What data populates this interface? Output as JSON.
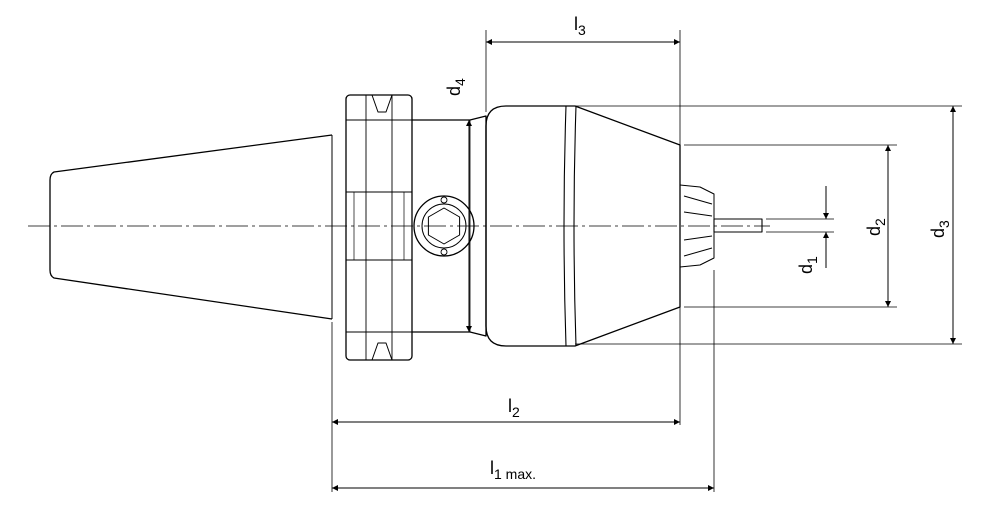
{
  "labels": {
    "l1": {
      "main": "l",
      "sub": "1 max."
    },
    "l2": {
      "main": "l",
      "sub": "2"
    },
    "l3": {
      "main": "l",
      "sub": "3"
    },
    "d1": {
      "main": "d",
      "sub": "1"
    },
    "d2": {
      "main": "d",
      "sub": "2"
    },
    "d3": {
      "main": "d",
      "sub": "3"
    },
    "d4": {
      "main": "d",
      "sub": "4"
    }
  }
}
